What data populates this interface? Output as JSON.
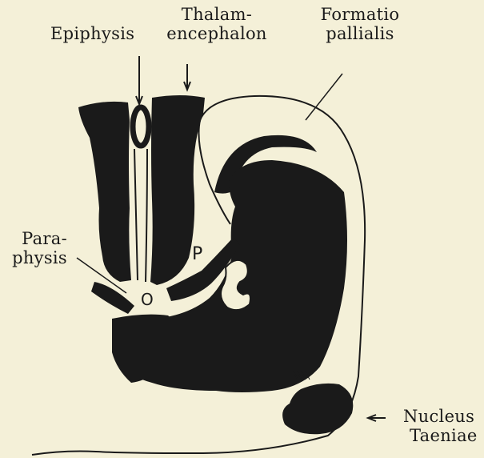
{
  "labels": {
    "epiphysis": "Epiphysis",
    "thalamencephalon_line1": "Thalam-",
    "thalamencephalon_line2": "encephalon",
    "formatio_line1": "Formatio",
    "formatio_line2": "pallialis",
    "paraphysis_line1": "Para-",
    "paraphysis_line2": "physis",
    "nucleus_line1": "Nucleus",
    "nucleus_line2": "Taeniae",
    "p_mark": "P",
    "o_mark": "O"
  },
  "colors": {
    "background": "#f4f0d8",
    "ink": "#1a1a1a"
  }
}
